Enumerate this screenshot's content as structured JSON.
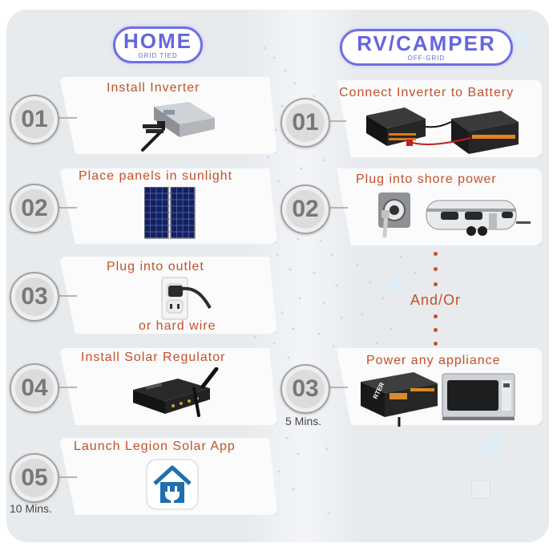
{
  "home": {
    "title": "HOME",
    "subtitle": "GRID TIED",
    "steps": [
      {
        "number": "01",
        "label": "Install Inverter"
      },
      {
        "number": "02",
        "label": "Place panels in sunlight"
      },
      {
        "number": "03",
        "label": "Plug into outlet",
        "extra": "or hard wire"
      },
      {
        "number": "04",
        "label": "Install Solar Regulator"
      },
      {
        "number": "05",
        "label": "Launch Legion Solar App"
      }
    ],
    "time": "10 Mins."
  },
  "rv": {
    "title": "RV/CAMPER",
    "subtitle": "OFF-GRID",
    "steps": [
      {
        "number": "01",
        "label": "Connect Inverter to Battery"
      },
      {
        "number": "02",
        "label": "Plug into shore power"
      },
      {
        "number": "03",
        "label": "Power any appliance"
      }
    ],
    "andor": "And/Or",
    "time": "5 Mins.",
    "inverter_text": "RTER"
  },
  "colors": {
    "accent": "#c4502a",
    "heading": "#6565df",
    "background": "#e8ebee"
  },
  "icons": [
    "microinverter-icon",
    "solar-panel-icon",
    "wall-outlet-plug-icon",
    "solar-regulator-icon",
    "legion-solar-app-icon",
    "inverter-battery-icon",
    "shore-power-rv-icon",
    "inverter-microwave-icon"
  ]
}
